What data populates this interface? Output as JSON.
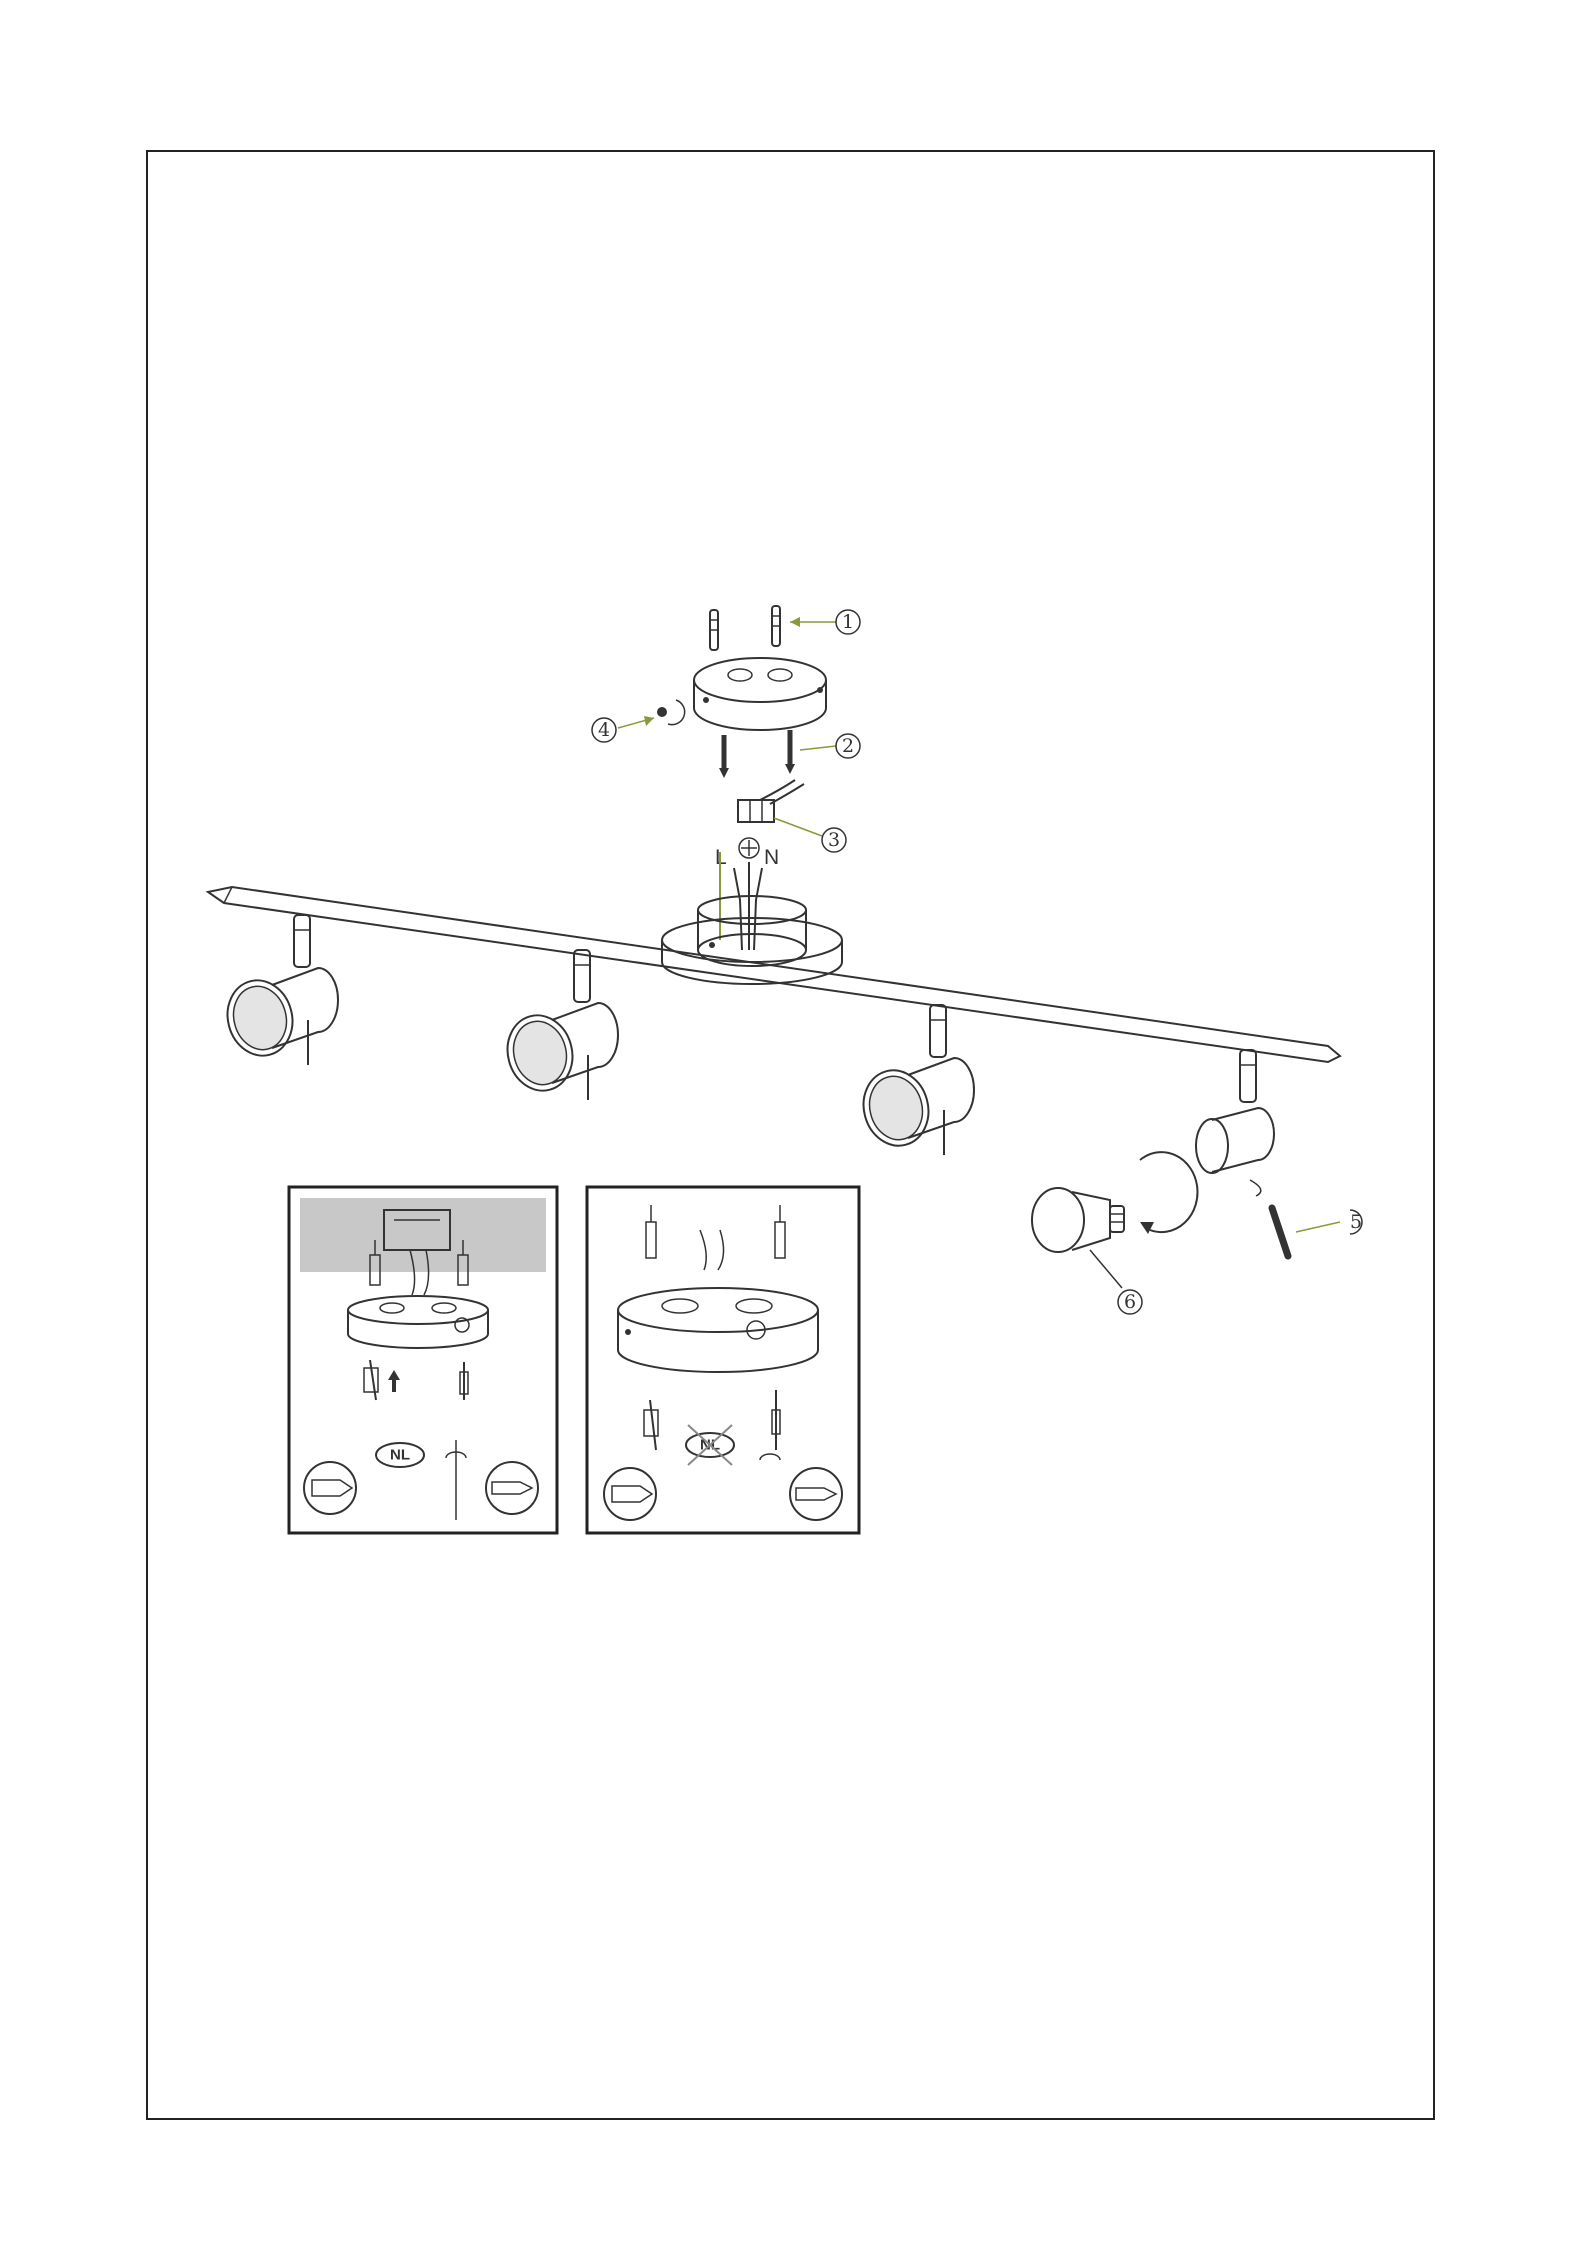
{
  "callouts": [
    {
      "num": "1",
      "part": "screw"
    },
    {
      "num": "2",
      "part": "screw"
    },
    {
      "num": "3",
      "part": "terminal-block"
    },
    {
      "num": "4",
      "part": "nut"
    },
    {
      "num": "5",
      "part": "pin"
    },
    {
      "num": "6",
      "part": "bulb"
    }
  ],
  "wiring": {
    "live": "L",
    "neutral": "N"
  },
  "insets": {
    "left": {
      "badge": "NL"
    },
    "right": {
      "badge": "NL",
      "crossed": true
    }
  },
  "colors": {
    "line": "#333333",
    "leader": "#8a9a3a",
    "shade": "#c8c8c8",
    "frame": "#222222"
  }
}
